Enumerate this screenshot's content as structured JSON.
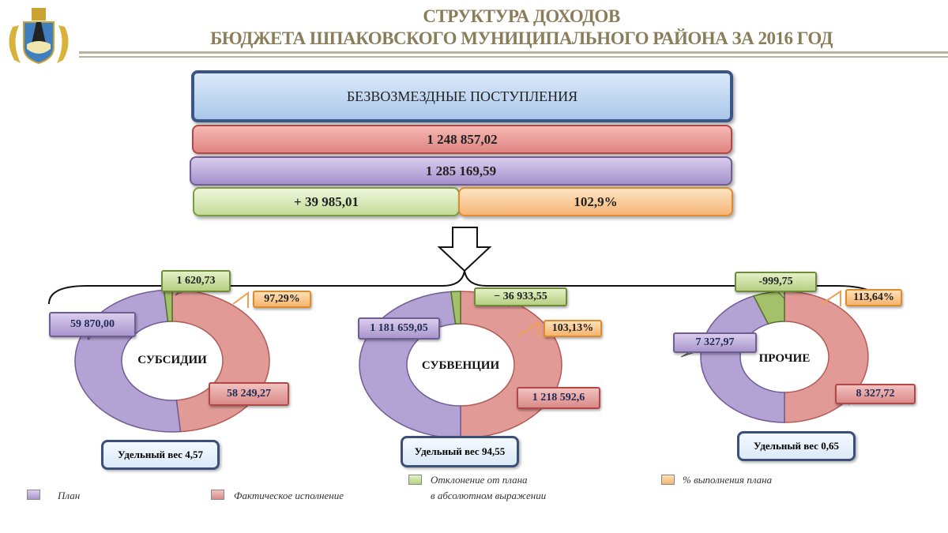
{
  "header": {
    "title_line1": "СТРУКТУРА ДОХОДОВ",
    "title_line2": "БЮДЖЕТА ШПАКОВСКОГО МУНИЦИПАЛЬНОГО РАЙОНА ЗА 2016 ГОД"
  },
  "summary": {
    "heading": "БЕЗВОЗМЕЗДНЫЕ  ПОСТУПЛЕНИЯ",
    "plan": "1 248 857,02",
    "fact": "1 285 169,59",
    "deviation": "+ 39 985,01",
    "percent": "102,9%"
  },
  "colors": {
    "plan": "#b3a2d4",
    "fact": "#e29a97",
    "deviation": "#b7cf85",
    "percent": "#f7b877"
  },
  "chart_data": [
    {
      "type": "pie",
      "title": "СУБСИДИИ",
      "plan": 59870.0,
      "fact": 58249.27,
      "deviation": 1620.73,
      "percent": 97.29,
      "labels": {
        "plan": "59 870,00",
        "fact": "58 249,27",
        "deviation": "1 620,73",
        "percent": "97,29%",
        "share": "Удельный вес 4,57"
      }
    },
    {
      "type": "pie",
      "title": "СУБВЕНЦИИ",
      "plan": 1181659.05,
      "fact": 1218592.6,
      "deviation": -36933.55,
      "percent": 103.13,
      "labels": {
        "plan": "1 181 659,05",
        "fact": "1 218 592,6",
        "deviation": "− 36 933,55",
        "percent": "103,13%",
        "share": "Удельный вес 94,55"
      }
    },
    {
      "type": "pie",
      "title": "ПРОЧИЕ",
      "plan": 7327.97,
      "fact": 8327.72,
      "deviation": -999.75,
      "percent": 113.64,
      "labels": {
        "plan": "7 327,97",
        "fact": "8 327,72",
        "deviation": "-999,75",
        "percent": "113,64%",
        "share": "Удельный вес 0,65"
      }
    }
  ],
  "legend": {
    "plan": "План",
    "fact": "Фактическое исполнение",
    "deviation_1": "Отклонение от плана",
    "deviation_2": "в абсолютном выражении",
    "percent": "% выполнения плана"
  }
}
